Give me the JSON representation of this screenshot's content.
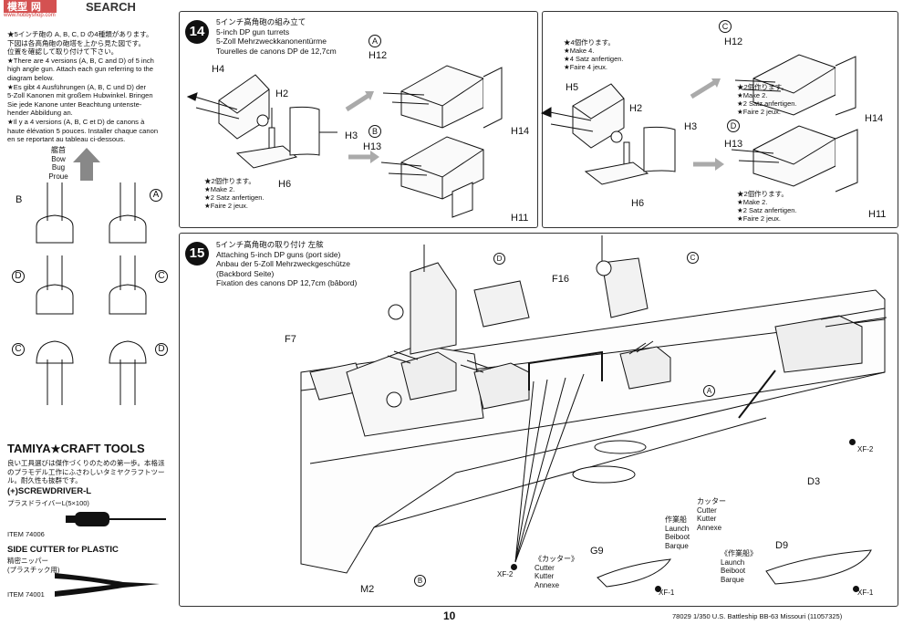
{
  "watermark": {
    "logo_text": "SEARCH",
    "url": "www.hobbyshop.com"
  },
  "left_notes": {
    "lines": [
      "★5インチ砲の A, B, C, D の4種類があります。",
      "下図は各高角砲の砲塔を上から見た図です。",
      "位置を確認して取り付けて下さい。",
      "★There are 4 versions (A, B, C and D) of 5 inch",
      "high angle gun. Attach each gun referring to the",
      "diagram below.",
      "★Es gibt 4 Ausführungen (A, B, C und D) der",
      "5-Zoll Kanonen mit großem Hubwinkel. Bringen",
      "Sie jede Kanone unter Beachtung untenste-",
      "hender Abbildung an.",
      "★Il y a 4 versions (A, B, C et D) de canons à",
      "haute élévation 5 pouces. Installer chaque canon",
      "en se reportant au tableau ci-dessous."
    ],
    "bow_labels": [
      "艦首",
      "Bow",
      "Bug",
      "Proue"
    ],
    "turret_letters": [
      "B",
      "A",
      "D",
      "C",
      "C",
      "D"
    ]
  },
  "tools": {
    "brand": "TAMIYA",
    "brand_suffix": "CRAFT TOOLS",
    "intro": [
      "良い工具選びは傑作づくりのための第一歩。本格派",
      "のプラモデル工作にふさわしいタミヤクラフトツー",
      "ル。耐久性も抜群です。"
    ],
    "screwdriver_title": "(+)SCREWDRIVER-L",
    "screwdriver_jp": "プラスドライバーL(5×100)",
    "screwdriver_item": "ITEM 74006",
    "cutter_title": "SIDE CUTTER for PLASTIC",
    "cutter_jp": [
      "精密ニッパー",
      "(プラスチック用)"
    ],
    "cutter_item": "ITEM 74001"
  },
  "step14": {
    "number": "14",
    "title_jp": "5インチ高角砲の組み立て",
    "title_en": "5-inch DP gun turrets",
    "title_de": "5-Zoll Mehrzweckkanonentürme",
    "title_fr": "Tourelles de canons DP de 12,7cm",
    "left_parts": [
      "H4",
      "H2",
      "H3",
      "H6"
    ],
    "left_make": [
      "★2個作ります。",
      "★Make 2.",
      "★2 Satz anfertigen.",
      "★Faire 2 jeux."
    ],
    "left_result": {
      "top_letter": "A",
      "top_parts": [
        "H12",
        "H14"
      ],
      "bottom_letter": "B",
      "bottom_parts": [
        "H13",
        "H11"
      ]
    },
    "right_make": [
      "★4個作ります。",
      "★Make 4.",
      "★4 Satz anfertigen.",
      "★Faire 4 jeux."
    ],
    "right_parts": [
      "H5",
      "H2",
      "H3",
      "H6"
    ],
    "right_result": {
      "top_letter": "C",
      "top_parts": [
        "H12",
        "H14"
      ],
      "top_make": [
        "★2個作ります。",
        "★Make 2.",
        "★2 Satz anfertigen.",
        "★Faire 2 jeux."
      ],
      "bottom_letter": "D",
      "bottom_parts": [
        "H13",
        "H11"
      ],
      "bottom_make": [
        "★2個作ります。",
        "★Make 2.",
        "★2 Satz anfertigen.",
        "★Faire 2 jeux."
      ]
    }
  },
  "step15": {
    "number": "15",
    "title_jp": "5インチ高角砲の取り付け 左舷",
    "title_en": "Attaching 5-inch DP guns (port side)",
    "title_de": "Anbau der 5-Zoll Mehrzweckgeschütze",
    "title_de2": "(Backbord Seite)",
    "title_fr": "Fixation des canons DP 12,7cm (bâbord)",
    "parts": {
      "f7": "F7",
      "f16": "F16",
      "m2": "M2",
      "d3": "D3",
      "g9": "G9",
      "d9": "D9",
      "xf2a": "XF-2",
      "xf2b": "XF-2",
      "xf1a": "XF-1",
      "xf1b": "XF-1"
    },
    "letters": {
      "d": "D",
      "c": "C",
      "a": "A",
      "b": "B"
    },
    "cutter_label": [
      "カッター",
      "Cutter",
      "Kutter",
      "Annexe"
    ],
    "launch_label": [
      "作業船",
      "Launch",
      "Beiboot",
      "Barque"
    ],
    "cutter_box": [
      "《カッター》",
      "Cutter",
      "Kutter",
      "Annexe"
    ],
    "launch_box": [
      "《作業船》",
      "Launch",
      "Beiboot",
      "Barque"
    ]
  },
  "footer": {
    "page_number": "10",
    "product": "78029 1/350 U.S. Battleship BB-63 Missouri (11057325)"
  }
}
